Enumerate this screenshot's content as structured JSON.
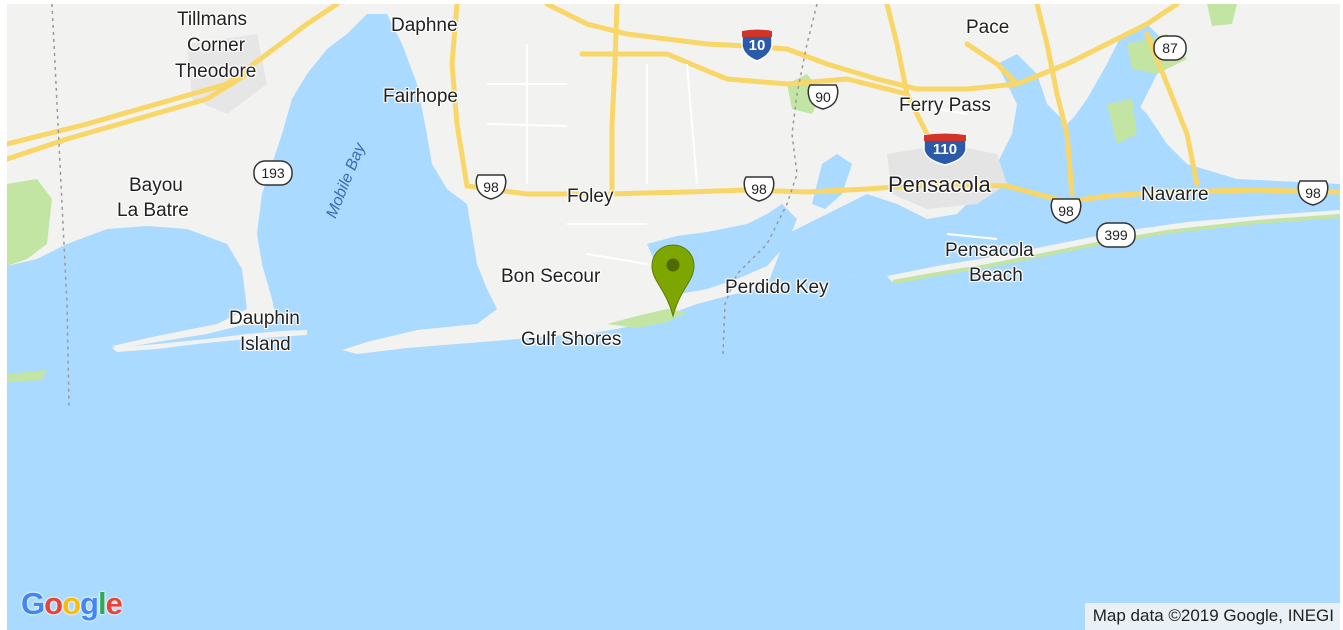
{
  "map": {
    "places": {
      "tillmans": "Tillmans",
      "corner": "Corner",
      "theodore": "Theodore",
      "daphne": "Daphne",
      "fairhope": "Fairhope",
      "bayou": "Bayou",
      "la_batre": "La Batre",
      "mobile_bay": "Mobile Bay",
      "foley": "Foley",
      "bon_secour": "Bon Secour",
      "gulf_shores": "Gulf Shores",
      "dauphin": "Dauphin",
      "island": "Island",
      "perdido_key": "Perdido Key",
      "pace": "Pace",
      "ferry_pass": "Ferry Pass",
      "pensacola": "Pensacola",
      "navarre": "Navarre",
      "pensacola_beach_1": "Pensacola",
      "pensacola_beach_2": "Beach"
    },
    "routes": {
      "i10": "10",
      "i110": "110",
      "us90": "90",
      "us98_a": "98",
      "us98_b": "98",
      "us98_c": "98",
      "us98_d": "98",
      "r87": "87",
      "r193": "193",
      "r399": "399"
    },
    "marker": {
      "color": "#7ea600",
      "name": "location-marker"
    },
    "logo": {
      "g1": "G",
      "o1": "o",
      "o2": "o",
      "g2": "g",
      "l": "l",
      "e": "e"
    },
    "attribution": "Map data ©2019 Google, INEGI"
  },
  "colors": {
    "water": "#aadaff",
    "land": "#f2f2f0",
    "park": "#c2e5a3",
    "highway": "#f8d768",
    "interstate_blue": "#2a5aa8",
    "interstate_red": "#d2342a",
    "marker": "#7ea600"
  }
}
